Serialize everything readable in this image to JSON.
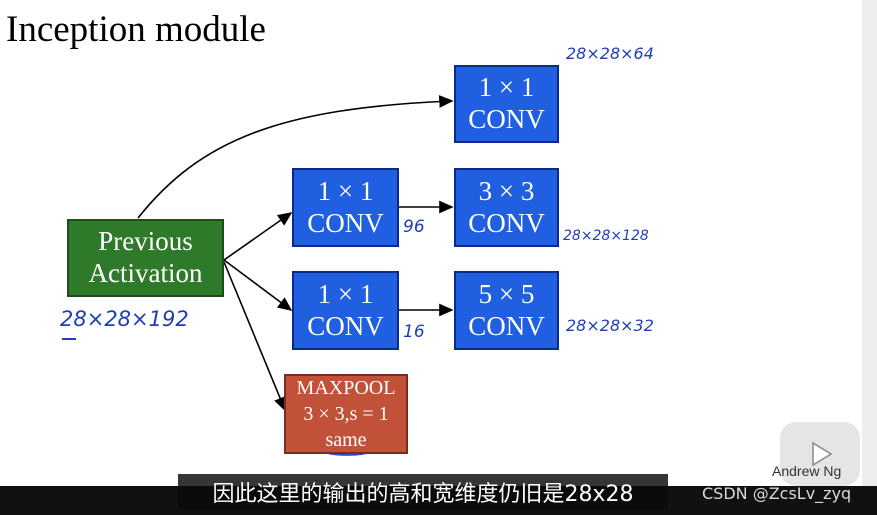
{
  "title": "Inception module",
  "blocks": {
    "previous": [
      "Previous",
      "Activation"
    ],
    "conv_top": [
      "1 × 1",
      "CONV"
    ],
    "conv_1x1_a": [
      "1 × 1",
      "CONV"
    ],
    "conv_3x3": [
      "3 × 3",
      "CONV"
    ],
    "conv_1x1_b": [
      "1 × 1",
      "CONV"
    ],
    "conv_5x5": [
      "5 × 5",
      "CONV"
    ],
    "maxpool": [
      "MAXPOOL",
      "3 × 3,s = 1",
      "same"
    ]
  },
  "annotations": {
    "input_shape": "28×28×192",
    "top_output": "28×28×64",
    "mid_channels_96": "96",
    "out_3x3": "28×28×128",
    "mid_channels_16": "16",
    "out_5x5": "28×28×32"
  },
  "subtitle": "因此这里的输出的高和宽维度仍旧是28x28",
  "watermark": "CSDN @ZcsLv_zyq",
  "author": "Andrew Ng",
  "colors": {
    "conv": "#1f5fe0",
    "previous": "#2e7a2a",
    "maxpool": "#c2513a",
    "handwriting": "#1f3fb5"
  }
}
